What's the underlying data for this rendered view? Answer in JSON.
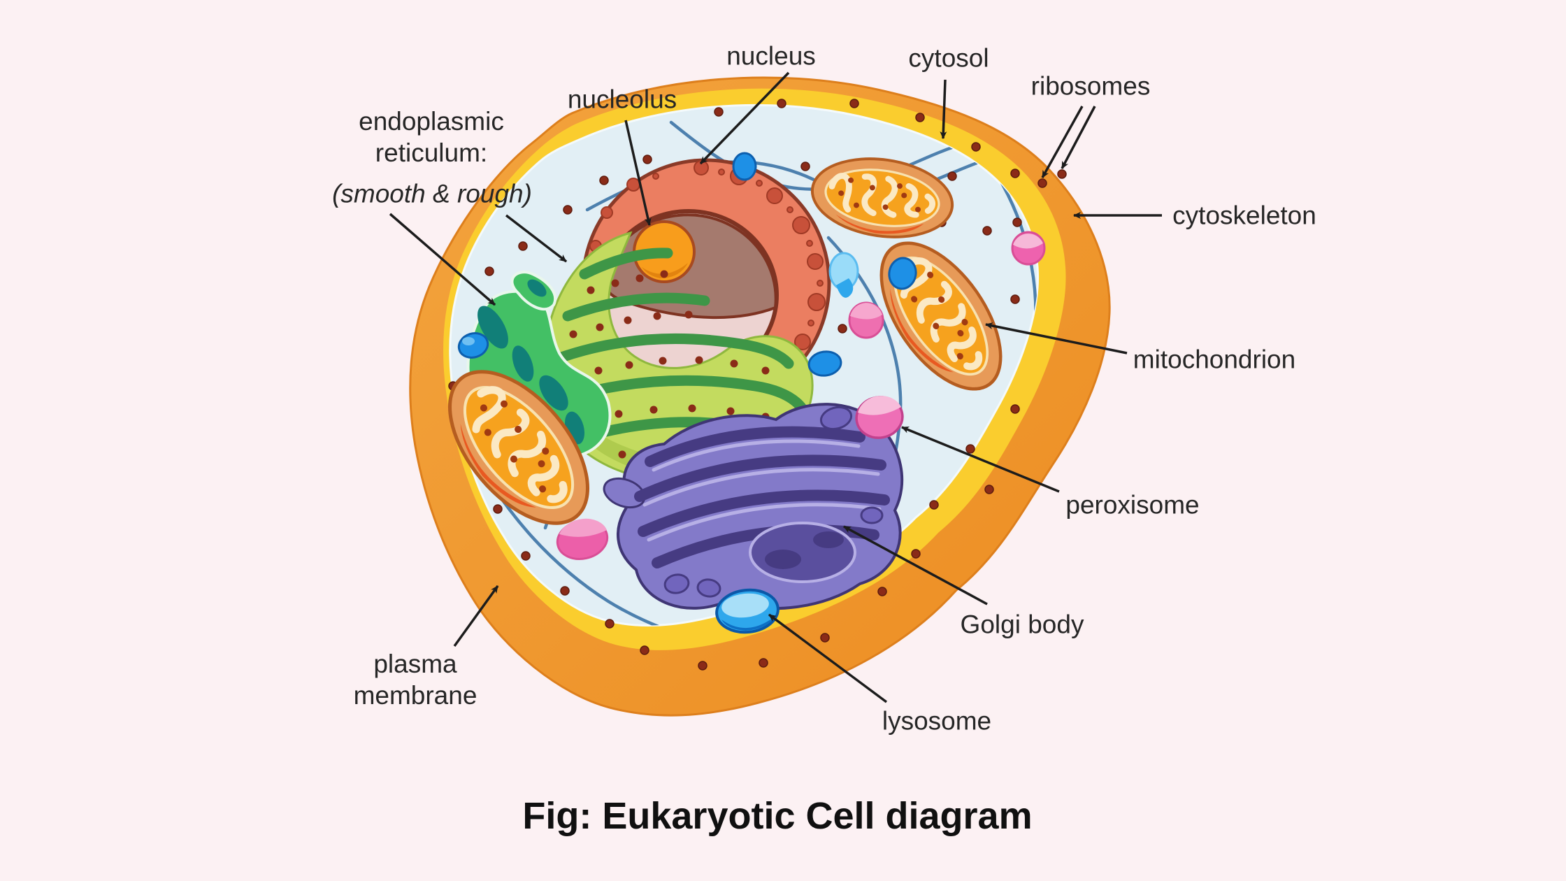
{
  "figure": {
    "caption": "Fig: Eukaryotic Cell diagram"
  },
  "cell": {
    "labels": {
      "nucleus": "nucleus",
      "cytosol": "cytosol",
      "ribosomes": "ribosomes",
      "nucleolus": "nucleolus",
      "er_title": "endoplasmic reticulum:",
      "er_note": "(smooth & rough)",
      "cytoskeleton": "cytoskeleton",
      "mitochondrion": "mitochondrion",
      "peroxisome": "peroxisome",
      "golgi_body": "Golgi body",
      "lysosome": "lysosome",
      "plasma_membrane": "plasma membrane"
    },
    "organelles": [
      {
        "name": "plasma membrane",
        "color": "#EE9629"
      },
      {
        "name": "membrane inner layer",
        "color": "#FACD2E"
      },
      {
        "name": "cytosol",
        "color": "#E2EFF5"
      },
      {
        "name": "cytoskeleton",
        "color": "#4D80AE"
      },
      {
        "name": "ribosomes",
        "color": "#8A2B18"
      },
      {
        "name": "nucleus",
        "color": "#EB7E61"
      },
      {
        "name": "nucleolus",
        "color": "#F89D1C"
      },
      {
        "name": "rough endoplasmic reticulum",
        "color": "#C3DB5F"
      },
      {
        "name": "smooth endoplasmic reticulum",
        "color": "#43C065"
      },
      {
        "name": "mitochondrion",
        "color": "#F6A21E"
      },
      {
        "name": "Golgi body",
        "color": "#837AC9"
      },
      {
        "name": "lysosome",
        "color": "#2EA7EC"
      },
      {
        "name": "peroxisome",
        "color": "#EE6FB6"
      },
      {
        "name": "vesicles",
        "color": "#1E90E6"
      }
    ]
  }
}
